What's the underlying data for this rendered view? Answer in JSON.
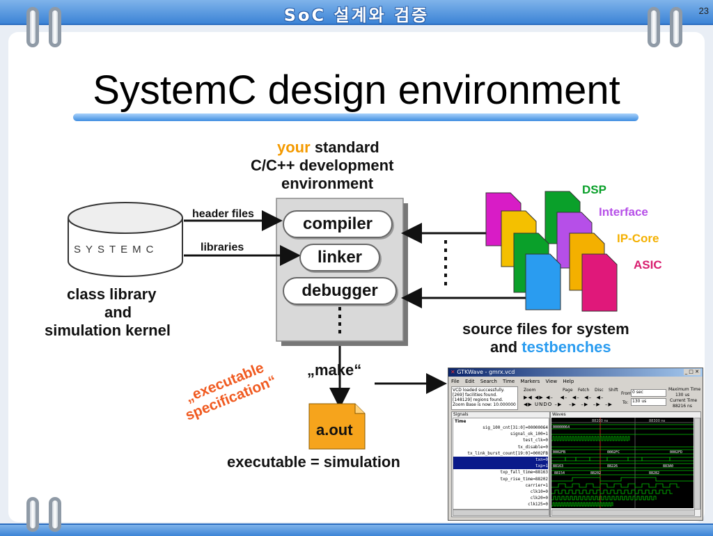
{
  "slide": {
    "header_title": "SoC 설계와 검증",
    "page_number": "23",
    "title": "SystemC design environment"
  },
  "diagram": {
    "env_label_accent": "your",
    "env_label_line1": "standard",
    "env_label_line2": "C/C++ development",
    "env_label_line3": "environment",
    "tools": [
      "compiler",
      "linker",
      "debugger"
    ],
    "header_files": "header files",
    "libraries": "libraries",
    "systemc_logo": "SYSTEMC",
    "class_library_line1": "class library",
    "class_library_line2": "and",
    "class_library_line3": "simulation kernel",
    "file_types": [
      "DSP",
      "Interface",
      "IP-Core",
      "ASIC"
    ],
    "file_colors": [
      "#0aa02a",
      "#b64fe8",
      "#f4b000",
      "#d81c6e"
    ],
    "source_label_line1": "source files for system",
    "source_label_and": "and",
    "source_label_accent": "testbenches",
    "make_label": "„make“",
    "exec_spec_line1": "„executable",
    "exec_spec_line2": "specification“",
    "aout_label": "a.out",
    "exec_sim_label": "executable = simulation"
  },
  "gtkwave": {
    "window_title": "GTKWave - gmrx.vcd",
    "menu": [
      "File",
      "Edit",
      "Search",
      "Time",
      "Markers",
      "View",
      "Help"
    ],
    "log_lines": [
      "VCD loaded successfully.",
      "[269] facilities found.",
      "[148129] regions found.",
      "Zoom Base is now: 10.000000"
    ],
    "toolbar_labels": [
      "Zoom",
      "Page",
      "Fetch",
      "Disc",
      "Shift"
    ],
    "undo_label": "UNDO",
    "from_label": "From:",
    "from_value": "0 sec",
    "to_label": "To:",
    "to_value": "130 us",
    "max_time_label": "Maximum Time",
    "max_time_value": "130 us",
    "current_time_label": "Current Time",
    "current_time_value": "88216 ns",
    "signals_header": "Signals",
    "time_header": "Time",
    "waves_header": "Waves",
    "wave_markers": [
      "88200 ns",
      "88300 ns"
    ],
    "signals": [
      "sig_100_cnt[31:0]=00000064",
      "signal_ok_100=1",
      "test_clk=0",
      "tx_disable=0",
      "tx_link_burst_count[19:0]=0002FB",
      "txn=0",
      "txp=1",
      "txp_fall_time=88163",
      "txp_rise_time=88202",
      "carrier=1",
      "clk10=0",
      "clk20=0",
      "clk125=0"
    ],
    "highlighted_signals": [
      5,
      6
    ],
    "wave_values": [
      "00000064",
      "0002FB",
      "0002FC",
      "0002FD",
      "88163",
      "88226",
      "883A0",
      "88154",
      "88202",
      "88282"
    ]
  }
}
